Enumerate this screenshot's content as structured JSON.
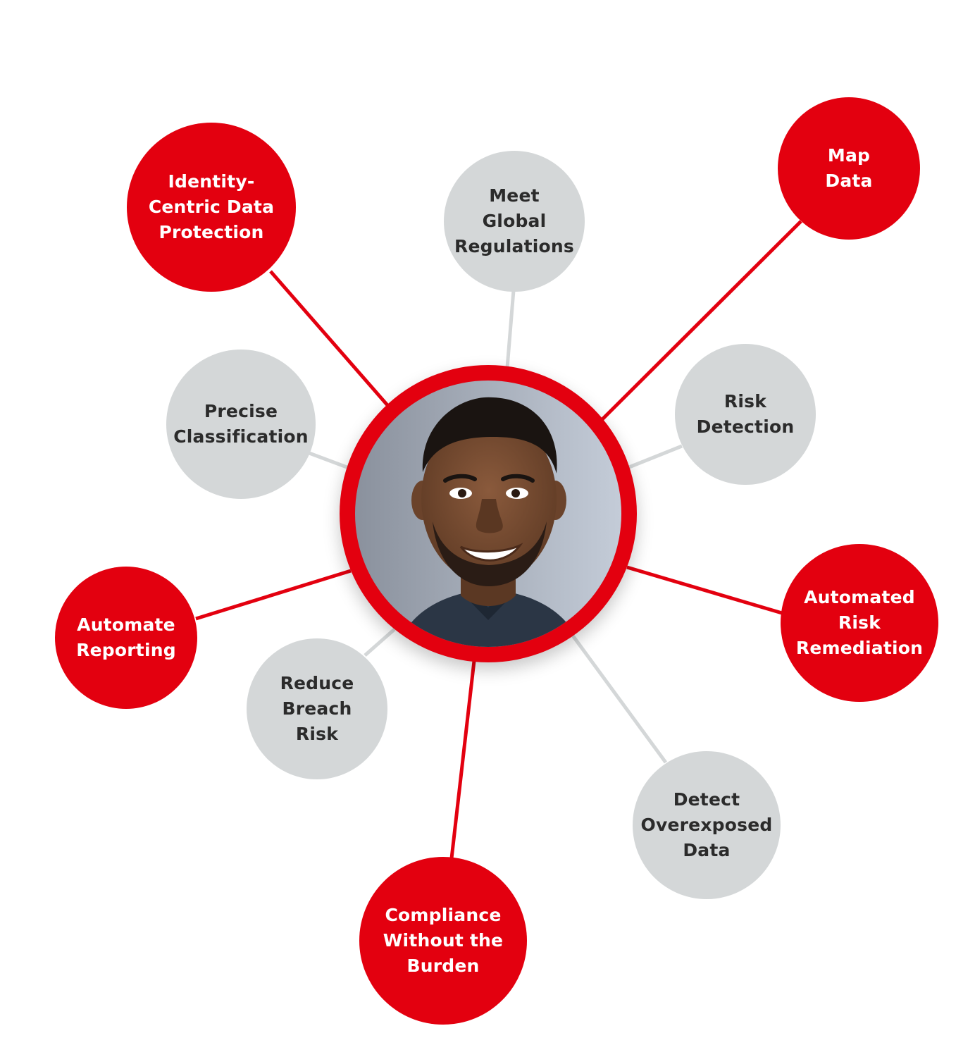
{
  "colors": {
    "accent_red": "#e3000f",
    "node_gray": "#d4d7d8",
    "line_gray": "#d4d7d8",
    "text_dark": "#2b2b2b",
    "text_light": "#ffffff"
  },
  "center": {
    "image": "portrait-photo"
  },
  "nodes": [
    {
      "id": "identity-centric-data-protection",
      "label": "Identity-\nCentric Data\nProtection",
      "style": "red"
    },
    {
      "id": "meet-global-regulations",
      "label": "Meet\nGlobal\nRegulations",
      "style": "gray"
    },
    {
      "id": "map-data",
      "label": "Map\nData",
      "style": "red"
    },
    {
      "id": "precise-classification",
      "label": "Precise\nClassification",
      "style": "gray"
    },
    {
      "id": "risk-detection",
      "label": "Risk\nDetection",
      "style": "gray"
    },
    {
      "id": "automated-risk-remediation",
      "label": "Automated\nRisk\nRemediation",
      "style": "red"
    },
    {
      "id": "automate-reporting",
      "label": "Automate\nReporting",
      "style": "red"
    },
    {
      "id": "reduce-breach-risk",
      "label": "Reduce\nBreach\nRisk",
      "style": "gray"
    },
    {
      "id": "detect-overexposed-data",
      "label": "Detect\nOverexposed\nData",
      "style": "gray"
    },
    {
      "id": "compliance-without-the-burden",
      "label": "Compliance\nWithout the\nBurden",
      "style": "red"
    }
  ]
}
